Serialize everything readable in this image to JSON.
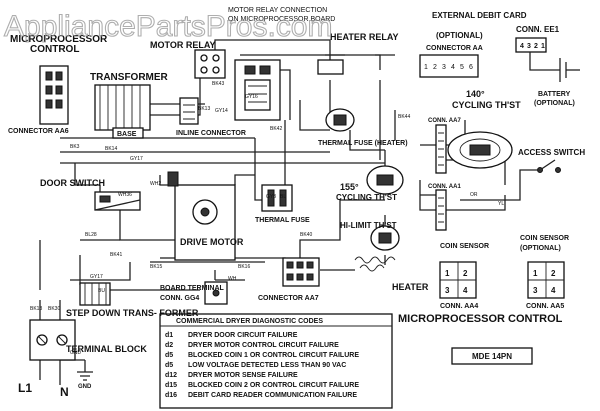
{
  "watermark": "AppliancePartsPros.com",
  "title": {
    "line1": "MICROPROCESSOR",
    "line2": "CONTROL"
  },
  "labels": {
    "motor_relay_connection": "MOTOR RELAY CONNECTION",
    "on_microprocessor_board": "ON MICROPROCESSOR BOARD",
    "motor_relay": "MOTOR RELAY",
    "heater_relay": "HEATER RELAY",
    "external_debit_card": "EXTERNAL DEBIT CARD",
    "optional": "(OPTIONAL)",
    "connector_aa": "CONNECTOR AA",
    "conn_ee1": "CONN. EE1",
    "battery": "BATTERY",
    "transformer": "TRANSFORMER",
    "base": "BASE",
    "inline_connector": "INLINE CONNECTOR",
    "connector_aa6": "CONNECTOR AA6",
    "thermal_fuse_heater": "THERMAL FUSE (HEATER)",
    "cycling_thst_140_a": "140°",
    "cycling_thst_140_b": "CYCLING TH'ST",
    "conn_aa7": "CONN. AA7",
    "access_switch": "ACCESS SWITCH",
    "door_switch": "DOOR SWITCH",
    "cycling_thst_155_a": "155°",
    "cycling_thst_155_b": "CYCLING TH'ST",
    "thermal_fuse": "THERMAL FUSE",
    "drive_motor": "DRIVE MOTOR",
    "hi_limit_thst": "HI-LIMIT TH'ST",
    "conn_aa1": "CONN. AA1",
    "coin_sensor": "COIN SENSOR",
    "conn_aa4": "CONN. AA4",
    "conn_aa5": "CONN. AA5",
    "heater": "HEATER",
    "board_terminal": "BOARD TERMINAL",
    "conn_gg4": "CONN. GG4",
    "connector_aa7": "CONNECTOR AA7",
    "step_down_transformer": "STEP DOWN TRANS- FORMER",
    "terminal_block": "TERMINAL BLOCK",
    "l1": "L1",
    "n": "N",
    "gnd": "GND",
    "microprocessor_control": "MICROPROCESSOR CONTROL",
    "model": "MDE 14PN"
  },
  "wire_labels": [
    "BK3",
    "BK14",
    "BK13",
    "BK42",
    "GY17",
    "GY16",
    "GY14",
    "BK43",
    "BK44",
    "OR",
    "YL",
    "WH36",
    "BL28",
    "WH2",
    "BK41",
    "GY17",
    "BU",
    "BK13",
    "BK30",
    "BK15",
    "BK16",
    "GY3",
    "BL",
    "BK40",
    "WH",
    "GND"
  ],
  "connector_pins": {
    "ee1": [
      "4",
      "3",
      "2",
      "1"
    ],
    "debit": [
      "1",
      "2",
      "3",
      "4",
      "5",
      "6"
    ],
    "coin_aa4": [
      "1",
      "2",
      "3",
      "4"
    ],
    "coin_aa5": [
      "1",
      "2",
      "3",
      "4"
    ]
  },
  "diagnostics": {
    "title": "COMMERCIAL DRYER DIAGNOSTIC CODES",
    "codes": [
      {
        "code": "d1",
        "desc": "DRYER DOOR CIRCUIT FAILURE"
      },
      {
        "code": "d2",
        "desc": "DRYER MOTOR CONTROL CIRCUIT FAILURE"
      },
      {
        "code": "d5",
        "desc": "BLOCKED COIN 1 OR CONTROL CIRCUIT FAILURE"
      },
      {
        "code": "d5",
        "desc": "LOW VOLTAGE DETECTED LESS THAN 90 VAC"
      },
      {
        "code": "d12",
        "desc": "DRYER MOTOR SENSE FAILURE"
      },
      {
        "code": "d15",
        "desc": "BLOCKED COIN 2 OR CONTROL CIRCUIT FAILURE"
      },
      {
        "code": "d16",
        "desc": "DEBIT CARD READER COMMUNICATION FAILURE"
      }
    ]
  }
}
